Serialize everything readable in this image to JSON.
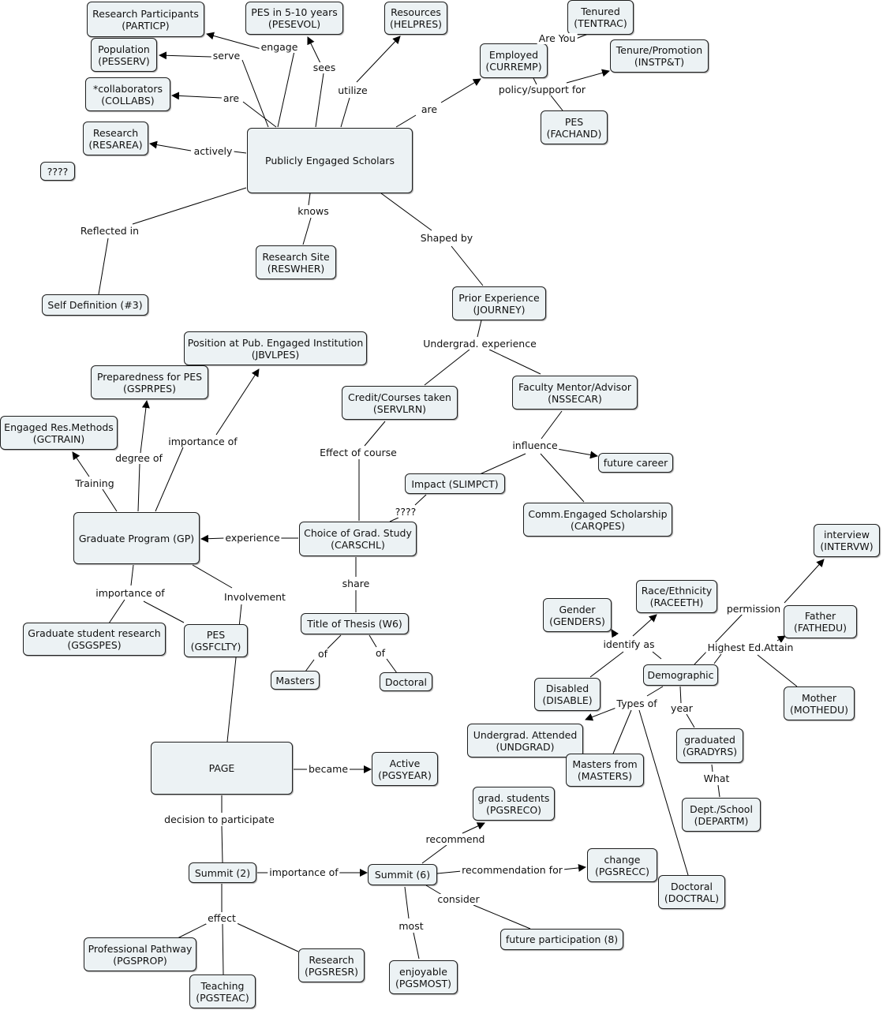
{
  "nodes": {
    "participants": {
      "line1": "Research Participants",
      "line2": "(PARTICP)"
    },
    "pesevol": {
      "line1": "PES in 5-10 years",
      "line2": "(PESEVOL)"
    },
    "resources": {
      "line1": "Resources",
      "line2": "(HELPRES)"
    },
    "tenured": {
      "line1": "Tenured",
      "line2": "(TENTRAC)"
    },
    "population": {
      "line1": "Population",
      "line2": "(PESSERV)"
    },
    "employed": {
      "line1": "Employed",
      "line2": "(CURREMP)"
    },
    "tenure_promo": {
      "line1": "Tenure/Promotion",
      "line2": "(INSTP&T)"
    },
    "collaborators": {
      "line1": "*collaborators",
      "line2": "(COLLABS)"
    },
    "research": {
      "line1": "Research",
      "line2": "(RESAREA)"
    },
    "pes_fachand": {
      "line1": "PES",
      "line2": "(FACHAND)"
    },
    "unknown": {
      "line1": "????"
    },
    "pes_scholars": {
      "line1": "Publicly Engaged Scholars"
    },
    "research_site": {
      "line1": "Research Site",
      "line2": "(RESWHER)"
    },
    "self_def": {
      "line1": "Self Definition (#3)"
    },
    "prior_exp": {
      "line1": "Prior Experience",
      "line2": "(JOURNEY)"
    },
    "position": {
      "line1": "Position at Pub. Engaged Institution",
      "line2": "(JBVLPES)"
    },
    "preparedness": {
      "line1": "Preparedness for PES",
      "line2": "(GSPRPES)"
    },
    "credit": {
      "line1": "Credit/Courses taken",
      "line2": "(SERVLRN)"
    },
    "mentor": {
      "line1": "Faculty Mentor/Advisor",
      "line2": "(NSSECAR)"
    },
    "engaged_res": {
      "line1": "Engaged Res.Methods",
      "line2": "(GCTRAIN)"
    },
    "future_career": {
      "line1": "future career"
    },
    "impact": {
      "line1": "Impact (SLIMPCT)"
    },
    "comm_engaged": {
      "line1": "Comm.Engaged Scholarship",
      "line2": "(CARQPES)"
    },
    "grad_program": {
      "line1": "Graduate Program (GP)"
    },
    "choice": {
      "line1": "Choice of Grad. Study",
      "line2": "(CARSCHL)"
    },
    "interview": {
      "line1": "interview",
      "line2": "(INTERVW)"
    },
    "race": {
      "line1": "Race/Ethnicity",
      "line2": "(RACEETH)"
    },
    "gender": {
      "line1": "Gender",
      "line2": "(GENDERS)"
    },
    "father": {
      "line1": "Father",
      "line2": "(FATHEDU)"
    },
    "thesis": {
      "line1": "Title of Thesis (W6)"
    },
    "gs_research": {
      "line1": "Graduate student research",
      "line2": "(GSGSPES)"
    },
    "pes_gsfclty": {
      "line1": "PES",
      "line2": "(GSFCLTY)"
    },
    "masters": {
      "line1": "Masters"
    },
    "doctoral": {
      "line1": "Doctoral"
    },
    "demographic": {
      "line1": "Demographic"
    },
    "disabled": {
      "line1": "Disabled",
      "line2": "(DISABLE)"
    },
    "mother": {
      "line1": "Mother",
      "line2": "(MOTHEDU)"
    },
    "undergrad": {
      "line1": "Undergrad. Attended",
      "line2": "(UNDGRAD)"
    },
    "graduated": {
      "line1": "graduated",
      "line2": "(GRADYRS)"
    },
    "page": {
      "line1": "PAGE"
    },
    "active": {
      "line1": "Active",
      "line2": "(PGSYEAR)"
    },
    "masters_from": {
      "line1": "Masters from",
      "line2": "(MASTERS)"
    },
    "grad_students": {
      "line1": "grad. students",
      "line2": "(PGSRECO)"
    },
    "dept": {
      "line1": "Dept./School",
      "line2": "(DEPARTM)"
    },
    "change": {
      "line1": "change",
      "line2": "(PGSRECC)"
    },
    "summit2": {
      "line1": "Summit (2)"
    },
    "summit6": {
      "line1": "Summit (6)"
    },
    "doctoral2": {
      "line1": "Doctoral",
      "line2": "(DOCTRAL)"
    },
    "future_part": {
      "line1": "future participation (8)"
    },
    "pro_path": {
      "line1": "Professional Pathway",
      "line2": "(PGSPROP)"
    },
    "research_pgs": {
      "line1": "Research",
      "line2": "(PGSRESR)"
    },
    "teaching": {
      "line1": "Teaching",
      "line2": "(PGSTEAC)"
    },
    "enjoyable": {
      "line1": "enjoyable",
      "line2": "(PGSMOST)"
    }
  },
  "labels": {
    "engage": "engage",
    "sees": "sees",
    "serve": "serve",
    "utilize": "utilize",
    "are_you": "Are You",
    "are1": "are",
    "are2": "are",
    "policy": "policy/support for",
    "actively": "actively",
    "reflected": "Reflected in",
    "knows": "knows",
    "shaped": "Shaped by",
    "undergrad_exp": "Undergrad. experience",
    "effect_course": "Effect of course",
    "influence": "influence",
    "importance_of_1": "importance of",
    "degree_of": "degree of",
    "training": "Training",
    "qmarks": "????",
    "experience": "experience",
    "share": "share",
    "importance_of_2": "importance of",
    "involvement": "Involvement",
    "of1": "of",
    "of2": "of",
    "permission": "permission",
    "highest": "Highest Ed.Attain",
    "identify": "identify as",
    "types_of": "Types of",
    "year": "year",
    "what": "What",
    "became": "became",
    "decision": "decision to participate",
    "recommend": "recommend",
    "importance_of_3": "importance of",
    "recommendation_for": "recommendation for",
    "consider": "consider",
    "effect": "effect",
    "most": "most"
  },
  "colors": {
    "node_fill": "#ecf2f4",
    "node_border": "#1e1e1e",
    "line": "#000000"
  }
}
